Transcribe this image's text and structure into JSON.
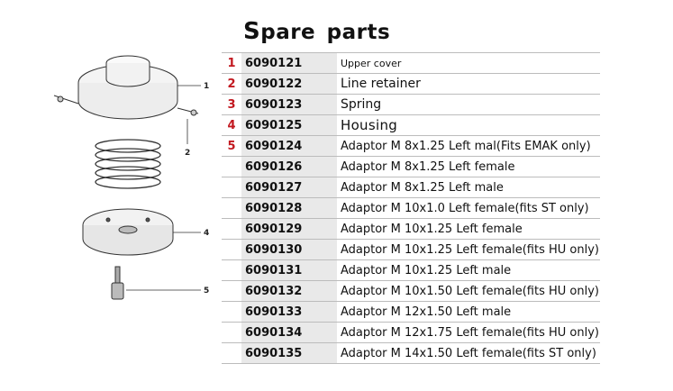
{
  "title": {
    "first_letter": "S",
    "rest": "pare  parts"
  },
  "diagram": {
    "callouts": [
      "1",
      "2",
      "4",
      "5"
    ]
  },
  "parts": [
    {
      "index": "1",
      "code": "6090121",
      "description": "Upper cover"
    },
    {
      "index": "2",
      "code": "6090122",
      "description": "Line retainer"
    },
    {
      "index": "3",
      "code": "6090123",
      "description": "Spring"
    },
    {
      "index": "4",
      "code": "6090125",
      "description": "Housing"
    },
    {
      "index": "5",
      "code": "6090124",
      "description": "Adaptor M 8x1.25 Left mal(Fits EMAK only)"
    },
    {
      "index": "",
      "code": "6090126",
      "description": "Adaptor M 8x1.25 Left female"
    },
    {
      "index": "",
      "code": "6090127",
      "description": "Adaptor M 8x1.25 Left male"
    },
    {
      "index": "",
      "code": "6090128",
      "description": "Adaptor M 10x1.0 Left female(fits ST only)"
    },
    {
      "index": "",
      "code": "6090129",
      "description": "Adaptor M 10x1.25 Left female"
    },
    {
      "index": "",
      "code": "6090130",
      "description": "Adaptor M 10x1.25 Left female(fits HU only)"
    },
    {
      "index": "",
      "code": "6090131",
      "description": "Adaptor M 10x1.25 Left male"
    },
    {
      "index": "",
      "code": "6090132",
      "description": "Adaptor M 10x1.50 Left female(fits HU only)"
    },
    {
      "index": "",
      "code": "6090133",
      "description": "Adaptor M 12x1.50 Left male"
    },
    {
      "index": "",
      "code": "6090134",
      "description": "Adaptor M 12x1.75 Left female(fits HU only)"
    },
    {
      "index": "",
      "code": "6090135",
      "description": "Adaptor M 14x1.50 Left female(fits ST only)"
    }
  ],
  "colors": {
    "index_red": "#c2181f",
    "code_bg": "#e9e9e9",
    "rule": "#bcbcbc"
  }
}
